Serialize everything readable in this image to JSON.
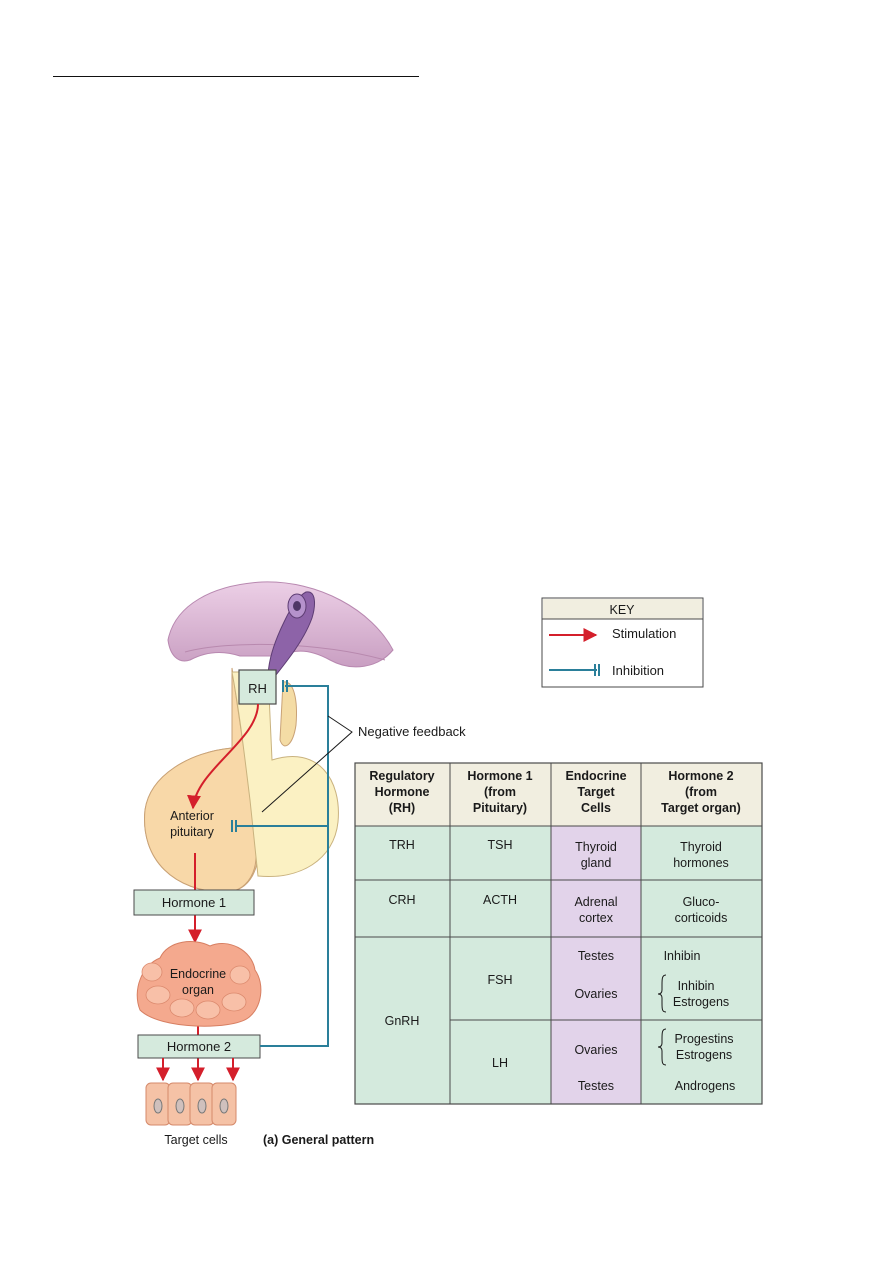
{
  "key": {
    "title": "KEY",
    "stimulation": "Stimulation",
    "inhibition": "Inhibition"
  },
  "labels": {
    "rh": "RH",
    "negative_feedback": "Negative feedback",
    "anterior_pituitary_1": "Anterior",
    "anterior_pituitary_2": "pituitary",
    "hormone1": "Hormone 1",
    "endocrine_organ_1": "Endocrine",
    "endocrine_organ_2": "organ",
    "hormone2": "Hormone 2",
    "target_cells": "Target cells",
    "caption": "(a) General pattern"
  },
  "table": {
    "headers": [
      [
        "Regulatory",
        "Hormone",
        "(RH)"
      ],
      [
        "Hormone 1",
        "(from",
        "Pituitary)"
      ],
      [
        "Endocrine",
        "Target",
        "Cells"
      ],
      [
        "Hormone 2",
        "(from",
        "Target organ)"
      ]
    ],
    "rows": {
      "trh": {
        "rh": "TRH",
        "h1": "TSH",
        "target": [
          "Thyroid",
          "gland"
        ],
        "h2": [
          "Thyroid",
          "hormones"
        ]
      },
      "crh": {
        "rh": "CRH",
        "h1": "ACTH",
        "target": [
          "Adrenal",
          "cortex"
        ],
        "h2": [
          "Gluco-",
          "corticoids"
        ]
      },
      "gnrh": {
        "rh": "GnRH",
        "fsh": {
          "h1": "FSH",
          "target_1": "Testes",
          "target_2": "Ovaries",
          "h2_1": "Inhibin",
          "h2_2a": "Inhibin",
          "h2_2b": "Estrogens"
        },
        "lh": {
          "h1": "LH",
          "target_1": "Ovaries",
          "target_2": "Testes",
          "h2_1a": "Progestins",
          "h2_1b": "Estrogens",
          "h2_2": "Androgens"
        }
      }
    }
  },
  "colors": {
    "stimulation": "#d41f2b",
    "inhibition": "#2a7f9a",
    "teal_cell": "#d4eadd",
    "purple_cell": "#e2d3ea",
    "header_cell": "#f1eee0",
    "pituitary": "#f8d8a8",
    "posterior": "#fbf1c3",
    "hypothalamus": "#dcb6d4",
    "organ": "#f4a98e"
  }
}
